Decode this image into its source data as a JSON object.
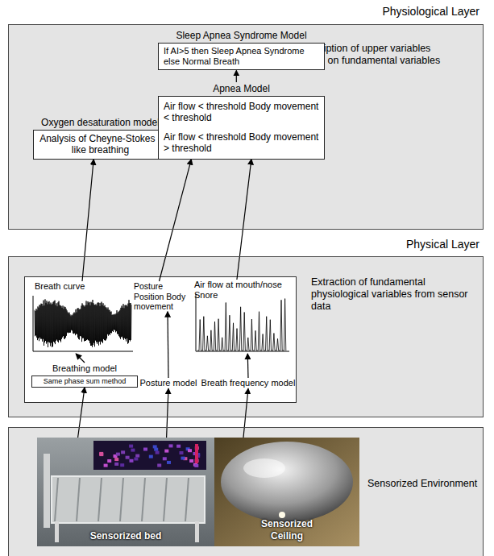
{
  "diagram": {
    "nodes": [
      {
        "text": [
          "Physiological Layer",
          "Description of upper variables based on fundamental variables"
        ]
      },
      {
        "text": [
          "Sleep Apnea Syndrome Model",
          "If AI>5 then Sleep Apnea Syndrome else Normal Breath"
        ],
        "in": 0
      },
      {
        "text": [
          "Oxygen desaturation model",
          "Analysis of Cheyne-Stokes -like breathing"
        ],
        "in": 0
      },
      {
        "text": [
          "Apnea Model",
          "Air flow < threshold Body movement < threshold",
          "Air flow < threshold Body movement > threshold"
        ],
        "in": 0
      },
      {
        "text": [
          "Physical Layer",
          "Extraction of fundamental physiological variables from sensor data"
        ]
      },
      {
        "text": [
          "Breath curve"
        ],
        "in": 4
      },
      {
        "text": [
          "Breathing model",
          "Same phase sum method"
        ],
        "in": 4
      },
      {
        "text": [
          "Posture Position Body movement"
        ],
        "in": 4
      },
      {
        "text": [
          "Posture model"
        ],
        "in": 4
      },
      {
        "text": [
          "Air flow at mouth/nose Snore"
        ],
        "in": 4
      },
      {
        "text": [
          "Breath frequency model"
        ],
        "in": 4
      },
      {
        "text": [
          "Sensorized Environment"
        ]
      },
      {
        "text": [
          "Sensorized bed"
        ],
        "in": 11
      },
      {
        "text": [
          "Sensorized Ceiling"
        ],
        "in": 11
      }
    ],
    "edges": [
      {
        "from": 3,
        "to": 1,
        "arrow": "to"
      },
      {
        "from": 5,
        "to": 2,
        "arrow": "to"
      },
      {
        "from": 7,
        "to": 3,
        "arrow": "to"
      },
      {
        "from": 9,
        "to": 3,
        "arrow": "to"
      },
      {
        "from": 6,
        "to": 5,
        "arrow": "to"
      },
      {
        "from": 8,
        "to": 7,
        "arrow": "to"
      },
      {
        "from": 10,
        "to": 9,
        "arrow": "to"
      },
      {
        "from": 12,
        "to": 6,
        "arrow": "to"
      },
      {
        "from": 12,
        "to": 8,
        "arrow": "to"
      },
      {
        "from": 13,
        "to": 10,
        "arrow": "to"
      }
    ]
  }
}
